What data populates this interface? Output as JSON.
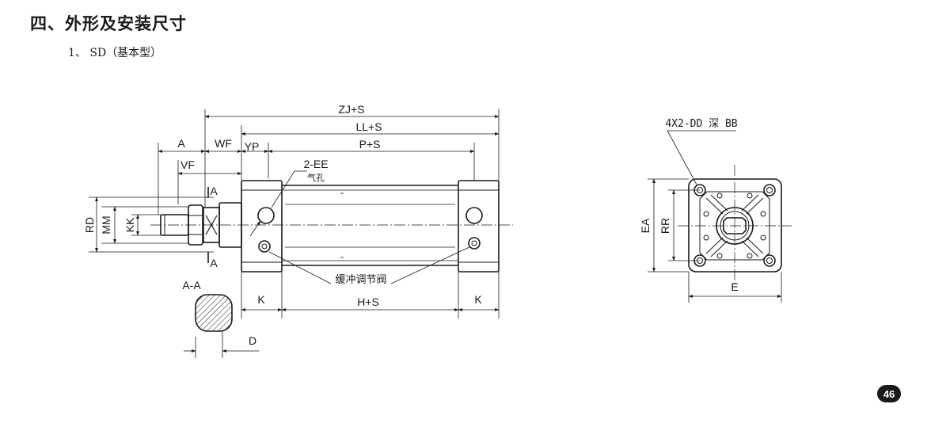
{
  "section": {
    "heading": "四、外形及安装尺寸",
    "subheading": "1、 SD（基本型）"
  },
  "side_view": {
    "dims": {
      "zj_s": "ZJ+S",
      "ll_s": "LL+S",
      "p_s": "P+S",
      "a": "A",
      "wf": "WF",
      "yp": "YP",
      "vf": "VF",
      "ee": "2-EE",
      "air_hole": "气孔",
      "rd": "RD",
      "mm": "MM",
      "kk": "KK",
      "cut_a_top": "A",
      "cut_a_bottom": "A",
      "k_left": "K",
      "h_s": "H+S",
      "k_right": "K",
      "cushion_valve": "缓冲调节阀"
    }
  },
  "section_view": {
    "label": "A-A",
    "d": "D"
  },
  "end_view": {
    "dims": {
      "dd": "4X2-DD 深 BB",
      "ea": "EA",
      "rr": "RR",
      "e": "E"
    }
  },
  "page_number": "46"
}
